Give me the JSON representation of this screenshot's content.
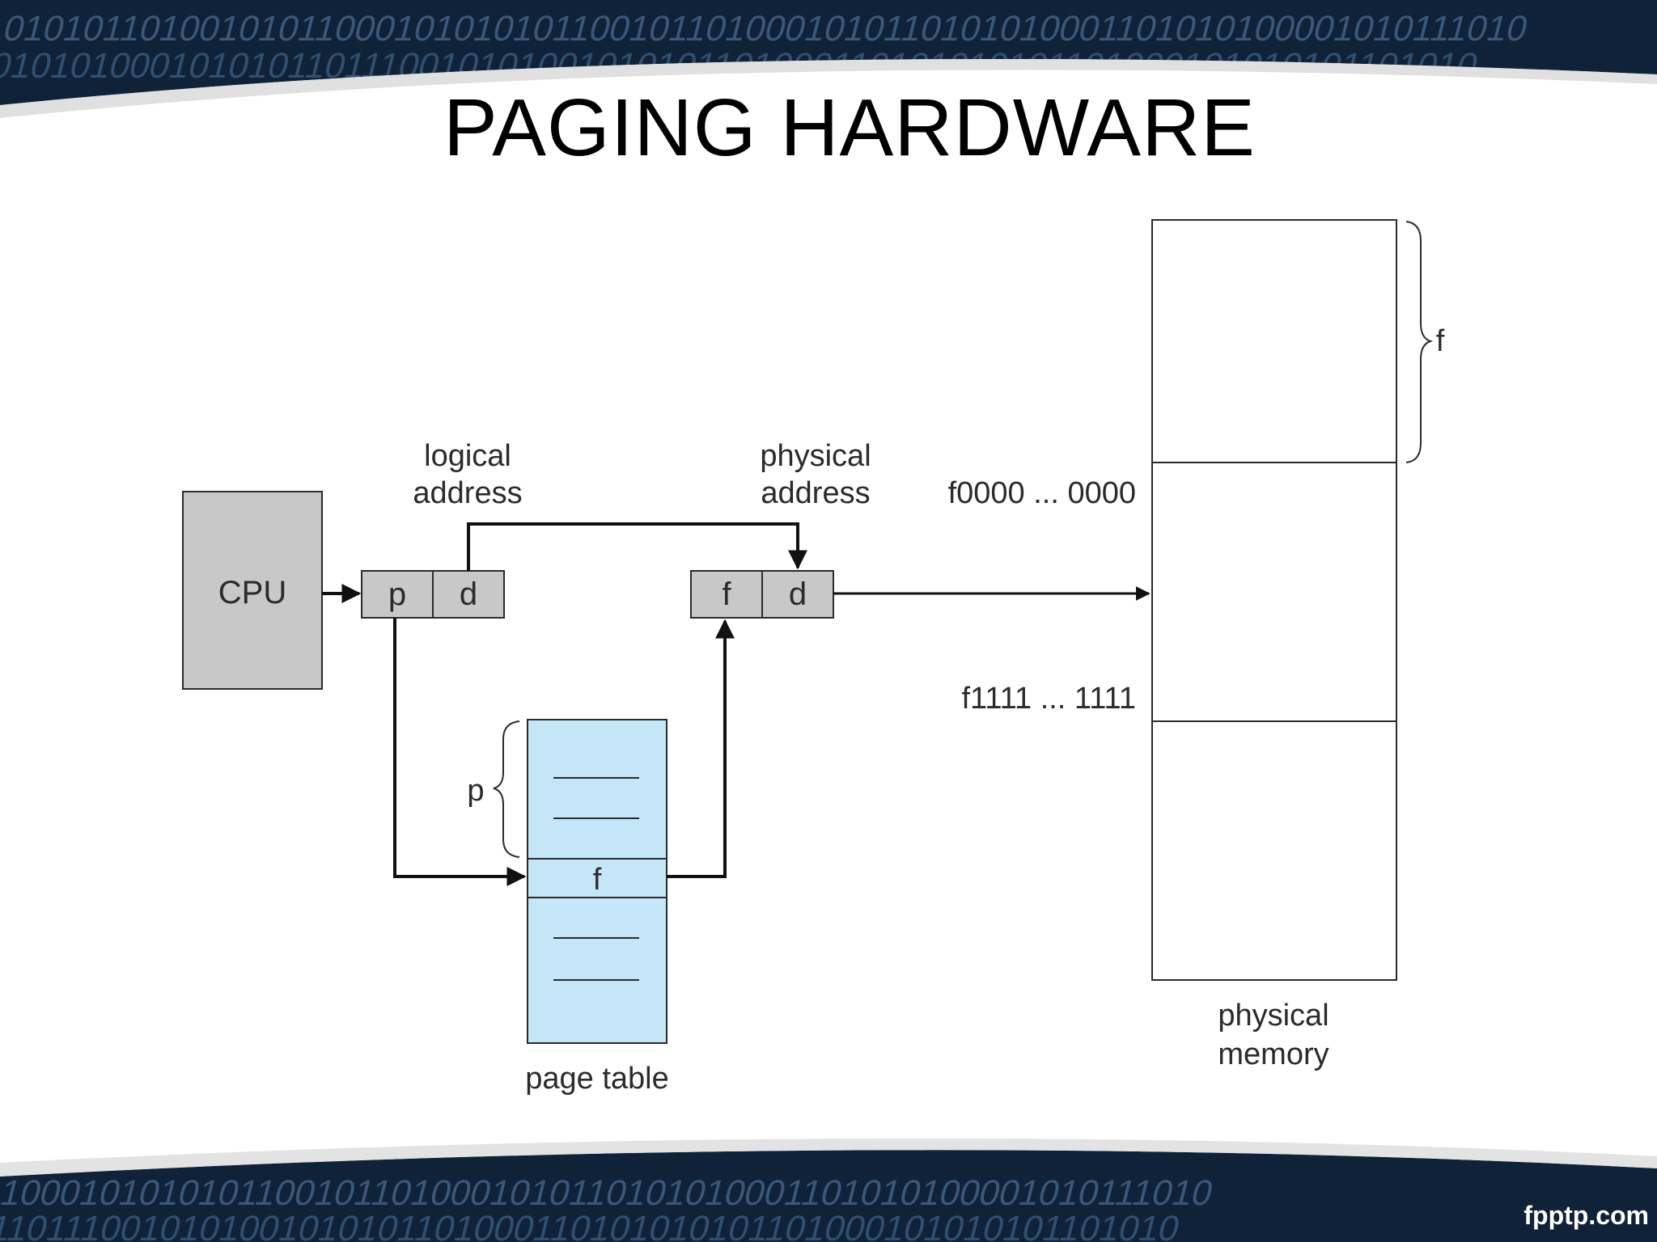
{
  "slide": {
    "title": "PAGING HARDWARE",
    "watermark": "fpptp.com"
  },
  "theme": {
    "background_dark": "#0f2238",
    "binary_text": "#3b5878",
    "slide_white": "#ffffff",
    "box_gray": "#c8c8c8",
    "page_table_fill": "#c5e6f6",
    "stroke": "#2b2b2b"
  },
  "background": {
    "binary_rows": [
      "1010101101001010110001010101011001011010001010110101010001101010100001010111010",
      "0101010001010101101110010101001010101101000110101010101101000101010101101010"
    ]
  },
  "diagram": {
    "cpu": {
      "label": "CPU"
    },
    "logical_address": {
      "label_line1": "logical",
      "label_line2": "address",
      "p": "p",
      "d": "d"
    },
    "physical_address": {
      "label_line1": "physical",
      "label_line2": "address",
      "f": "f",
      "d": "d"
    },
    "page_table": {
      "label": "page table",
      "p_brace_label": "p",
      "entry_label": "f"
    },
    "physical_memory": {
      "label_line1": "physical",
      "label_line2": "memory",
      "f_brace_label": "f",
      "start_address": "f0000 ... 0000",
      "end_address": "f1111 ... 1111"
    }
  }
}
